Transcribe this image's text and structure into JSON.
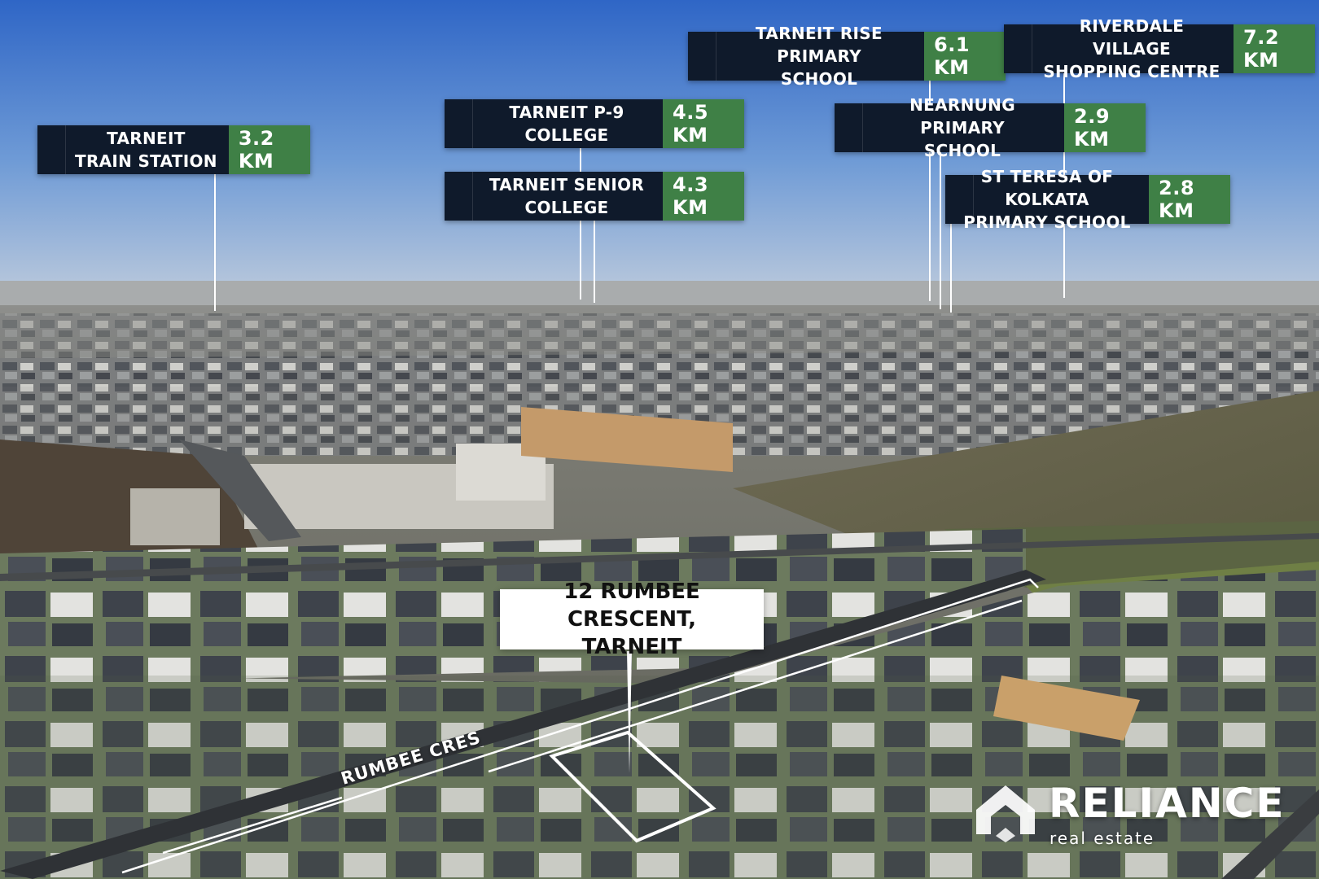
{
  "pois": [
    {
      "line1": "TARNEIT",
      "line2": "TRAIN STATION",
      "distance": "3.2 KM"
    },
    {
      "line1": "TARNEIT P-9",
      "line2": "COLLEGE",
      "distance": "4.5 KM"
    },
    {
      "line1": "TARNEIT SENIOR",
      "line2": "COLLEGE",
      "distance": "4.3 KM"
    },
    {
      "line1": "TARNEIT RISE PRIMARY",
      "line2": "SCHOOL",
      "distance": "6.1 KM"
    },
    {
      "line1": "NEARNUNG PRIMARY",
      "line2": "SCHOOL",
      "distance": "2.9 KM"
    },
    {
      "line1": "RIVERDALE VILLAGE",
      "line2": "SHOPPING CENTRE",
      "distance": "7.2 KM"
    },
    {
      "line1": "ST TERESA OF KOLKATA",
      "line2": "PRIMARY SCHOOL",
      "distance": "2.8 KM"
    }
  ],
  "address": {
    "line1": "12 RUMBEE CRESCENT,",
    "line2": "TARNEIT"
  },
  "street": "RUMBEE CRES",
  "brand": {
    "name": "RELIANCE",
    "tagline": "real estate"
  },
  "colors": {
    "label_bg": "#0f1a2b",
    "distance_bg": "#3f8046",
    "sky": "#3a78c9"
  }
}
